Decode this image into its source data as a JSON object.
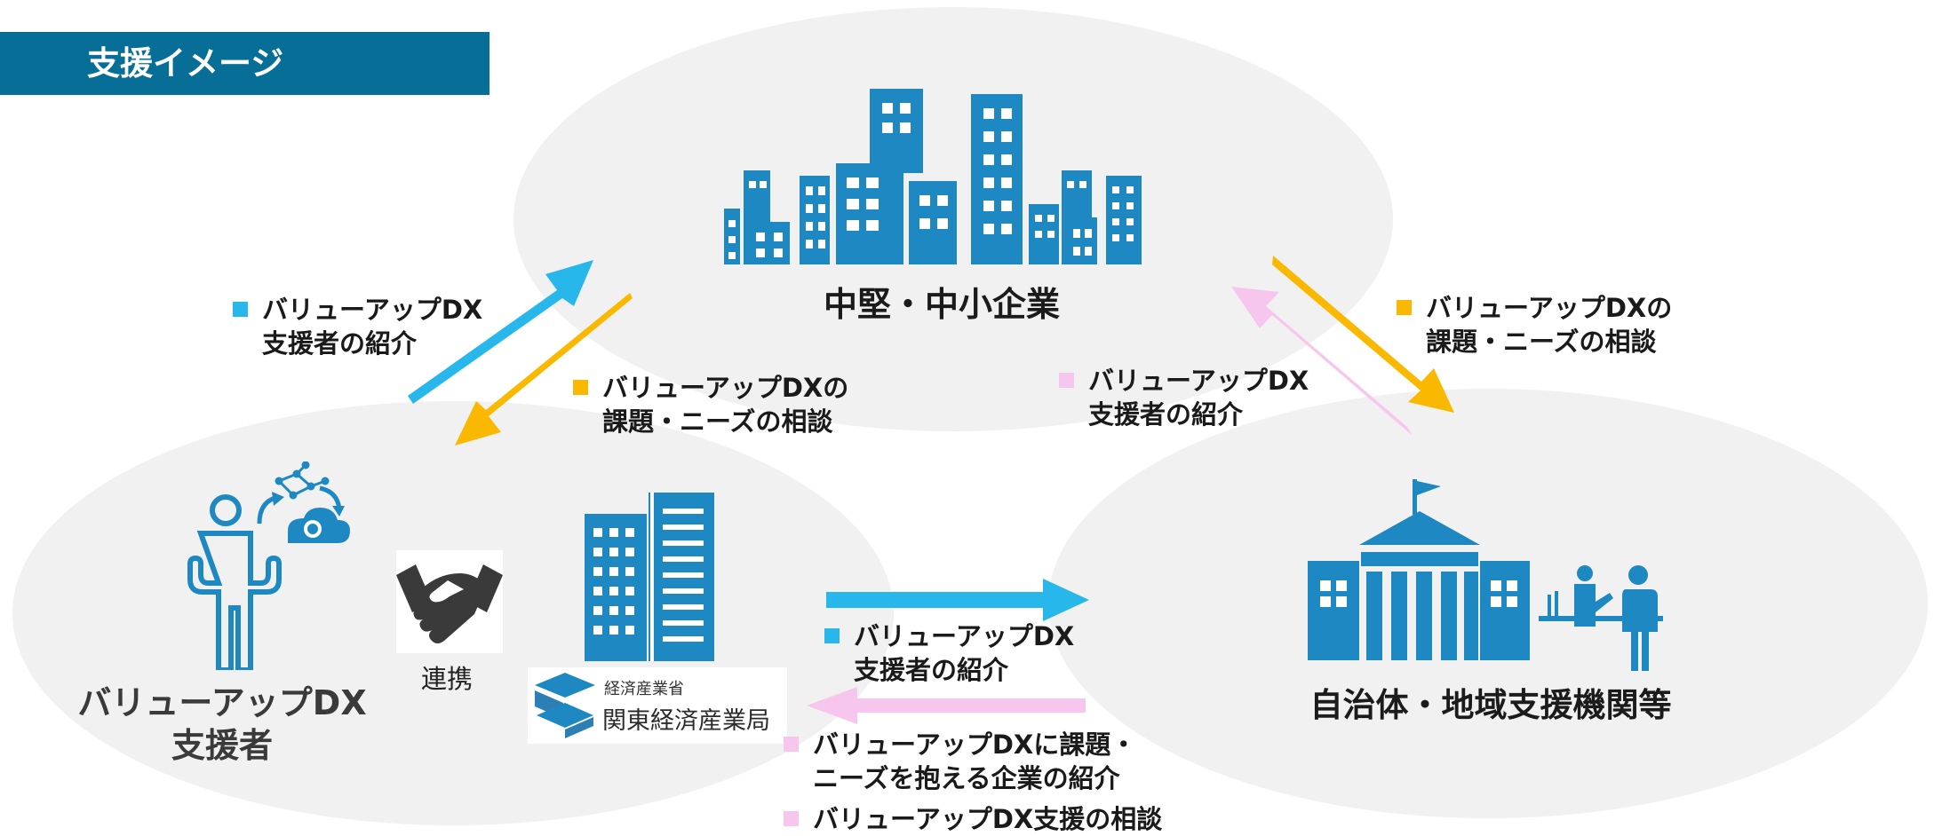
{
  "title": "支援イメージ",
  "colors": {
    "title_bg": "#066e97",
    "icon_blue": "#1e88c2",
    "arrow_cyan": "#27b7ea",
    "arrow_orange": "#fbb800",
    "arrow_pink": "#f7c6ef",
    "ellipse_bg": "#f1f1f1"
  },
  "nodes": {
    "sme": "中堅・中小企業",
    "supporter_line1": "バリューアップDX",
    "supporter_line2": "支援者",
    "partnership": "連携",
    "meti_small": "経済産業省",
    "meti_large": "関東経済産業局",
    "local": "自治体・地域支援機関等"
  },
  "flows": {
    "upper_left_1": {
      "line1": "バリューアップDX",
      "line2": "支援者の紹介"
    },
    "upper_left_2": {
      "line1": "バリューアップDXの",
      "line2": "課題・ニーズの相談"
    },
    "upper_right_1": {
      "line1": "バリューアップDXの",
      "line2": "課題・ニーズの相談"
    },
    "upper_right_2": {
      "line1": "バリューアップDX",
      "line2": "支援者の紹介"
    },
    "bottom_1": {
      "line1": "バリューアップDX",
      "line2": "支援者の紹介"
    },
    "bottom_2": {
      "line1": "バリューアップDXに課題・",
      "line2": "ニーズを抱える企業の紹介"
    },
    "bottom_3": {
      "line1": "バリューアップDX支援の相談"
    }
  },
  "icons": {
    "buildings": "city-buildings-icon",
    "person": "person-icon",
    "network": "network-cloud-icon",
    "handshake": "handshake-icon",
    "office": "office-building-icon",
    "meti_logo": "meti-logo-icon",
    "townhall": "government-building-icon",
    "reception": "reception-people-icon"
  }
}
